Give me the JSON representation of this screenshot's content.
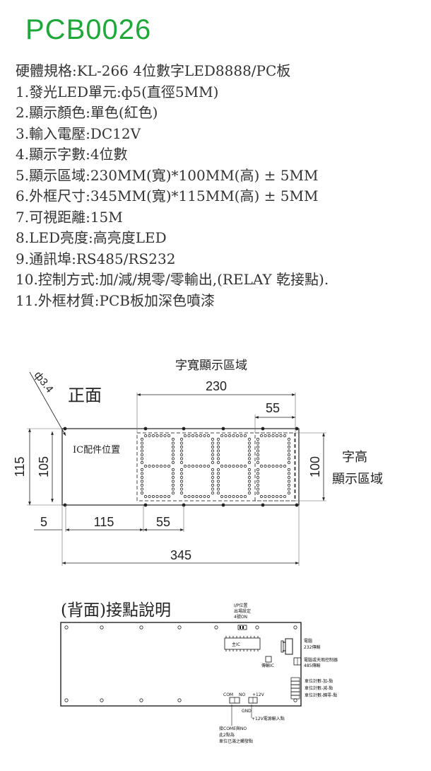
{
  "title": "PCB0026",
  "specs": [
    "硬體規格:KL-266   4位數字LED8888/PC板",
    "1.發光LED單元:ф5(直徑5MM)",
    "2.顯示顏色:單色(紅色)",
    "3.輸入電壓:DC12V",
    "4.顯示字數:4位數",
    "5.顯示區域:230MM(寬)*100MM(高) ± 5MM",
    "6.外框尺寸:345MM(寬)*115MM(高) ± 5MM",
    "7.可視距離:15M",
    "8.LED亮度:高亮度LED",
    "9.通訊埠:RS485/RS232",
    "10.控制方式:加/減/規零/零輸出,(RELAY 乾接點).",
    "11.外框材質:PCB板加深色噴漆"
  ],
  "front": {
    "heading": "正面",
    "hole_label": "ф3.4",
    "width_display_label": "字寬顯示區域",
    "height_display_label_1": "字高",
    "height_display_label_2": "顯示區域",
    "ic_label": "IC配件位置",
    "dims": {
      "display_width": "230",
      "digit_width": "55",
      "display_height": "100",
      "outer_height": "115",
      "inner_height": "105",
      "left_margin": "5",
      "left_section": "115",
      "digit_width_bottom": "55",
      "outer_width": "345"
    }
  },
  "back": {
    "heading": "(背面)接點說明",
    "io_label_1": "I/P位置",
    "io_label_2": "出場設定",
    "io_label_3": "4號ON",
    "main_ic": "主IC",
    "pc_label_1": "電腦",
    "pc_label_2": "232傳輸",
    "pc_485_1": "電腦或天瑕控制器",
    "pc_485_2": "485傳輸",
    "transfer_ic": "傳輸IC",
    "count_add": "車位計數-加-點",
    "count_sub": "車位計數-減-點",
    "count_zero": "車位計數-歸零-點",
    "com": "COM",
    "no": "NO",
    "gnd": "GND",
    "plus12v": "+12V",
    "power_input": "+12V電源輸入點",
    "note_1": "接COME與NO",
    "note_2": "此2點為",
    "note_3": "車位已滿之觸發點"
  }
}
